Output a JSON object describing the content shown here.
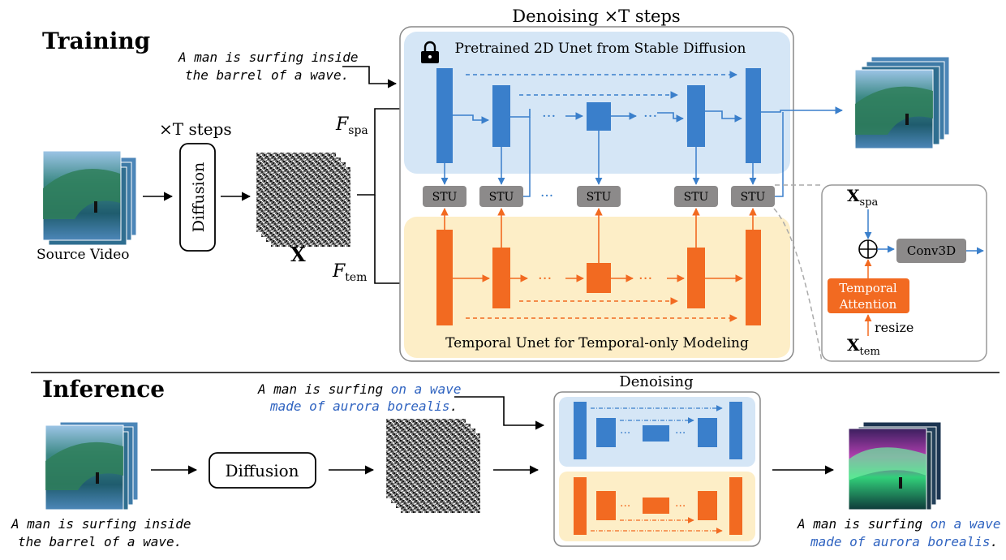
{
  "colors": {
    "blue": "#3a7fcb",
    "orange": "#f26a21",
    "spatial_panel": "#d5e6f6",
    "temporal_panel": "#fdeec7",
    "stu": "#8c8a8a",
    "text_blue": "#2f63c0"
  },
  "training": {
    "heading": "Training",
    "prompt_line1": "A man is surfing inside",
    "prompt_line2": "the barrel of a wave.",
    "source_label": "Source Video",
    "times_t_steps": "×T steps",
    "diffusion_label": "Diffusion",
    "x_label": "X",
    "f_spa": "F",
    "f_spa_sub": "spa",
    "f_tem": "F",
    "f_tem_sub": "tem",
    "denoising_title": "Denoising ×T steps",
    "spatial_unet_title": "Pretrained 2D Unet from Stable Diffusion",
    "temporal_unet_title": "Temporal Unet for Temporal-only Modeling",
    "stu_label": "STU",
    "dots": "···"
  },
  "stu_detail": {
    "x_spa": "X",
    "x_spa_sub": "spa",
    "x_tem": "X",
    "x_tem_sub": "tem",
    "conv3d": "Conv3D",
    "temporal_attention_line1": "Temporal",
    "temporal_attention_line2": "Attention",
    "resize": "resize"
  },
  "inference": {
    "heading": "Inference",
    "prompt_line1": "A man is surfing inside",
    "prompt_line2": "the barrel of a wave.",
    "edit_prompt_line1_plain": "A man is surfing ",
    "edit_prompt_line1_blue": "on a wave",
    "edit_prompt_line2_blue": "made of aurora borealis",
    "edit_prompt_line2_end": ".",
    "diffusion_label": "Diffusion",
    "denoising_title": "Denoising",
    "output_line1_plain": "A man is surfing ",
    "output_line1_blue": "on a wave",
    "output_line2_blue": "made of aurora borealis",
    "output_line2_end": "."
  }
}
